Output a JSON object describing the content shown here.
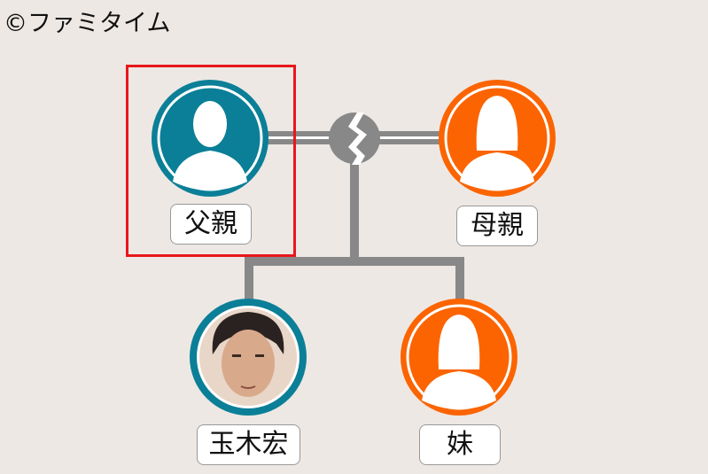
{
  "credit": "©ファミタイム",
  "colors": {
    "male": "#0b7f97",
    "female": "#fb6400",
    "line": "#888888",
    "highlight": "#e8161b"
  },
  "people": [
    {
      "label": "父親",
      "gender": "male",
      "highlighted": true
    },
    {
      "label": "母親",
      "gender": "female"
    },
    {
      "label": "玉木宏",
      "gender": "male",
      "photo": true
    },
    {
      "label": "妹",
      "gender": "female"
    }
  ],
  "relationship_icon": "divorced-zigzag-icon"
}
